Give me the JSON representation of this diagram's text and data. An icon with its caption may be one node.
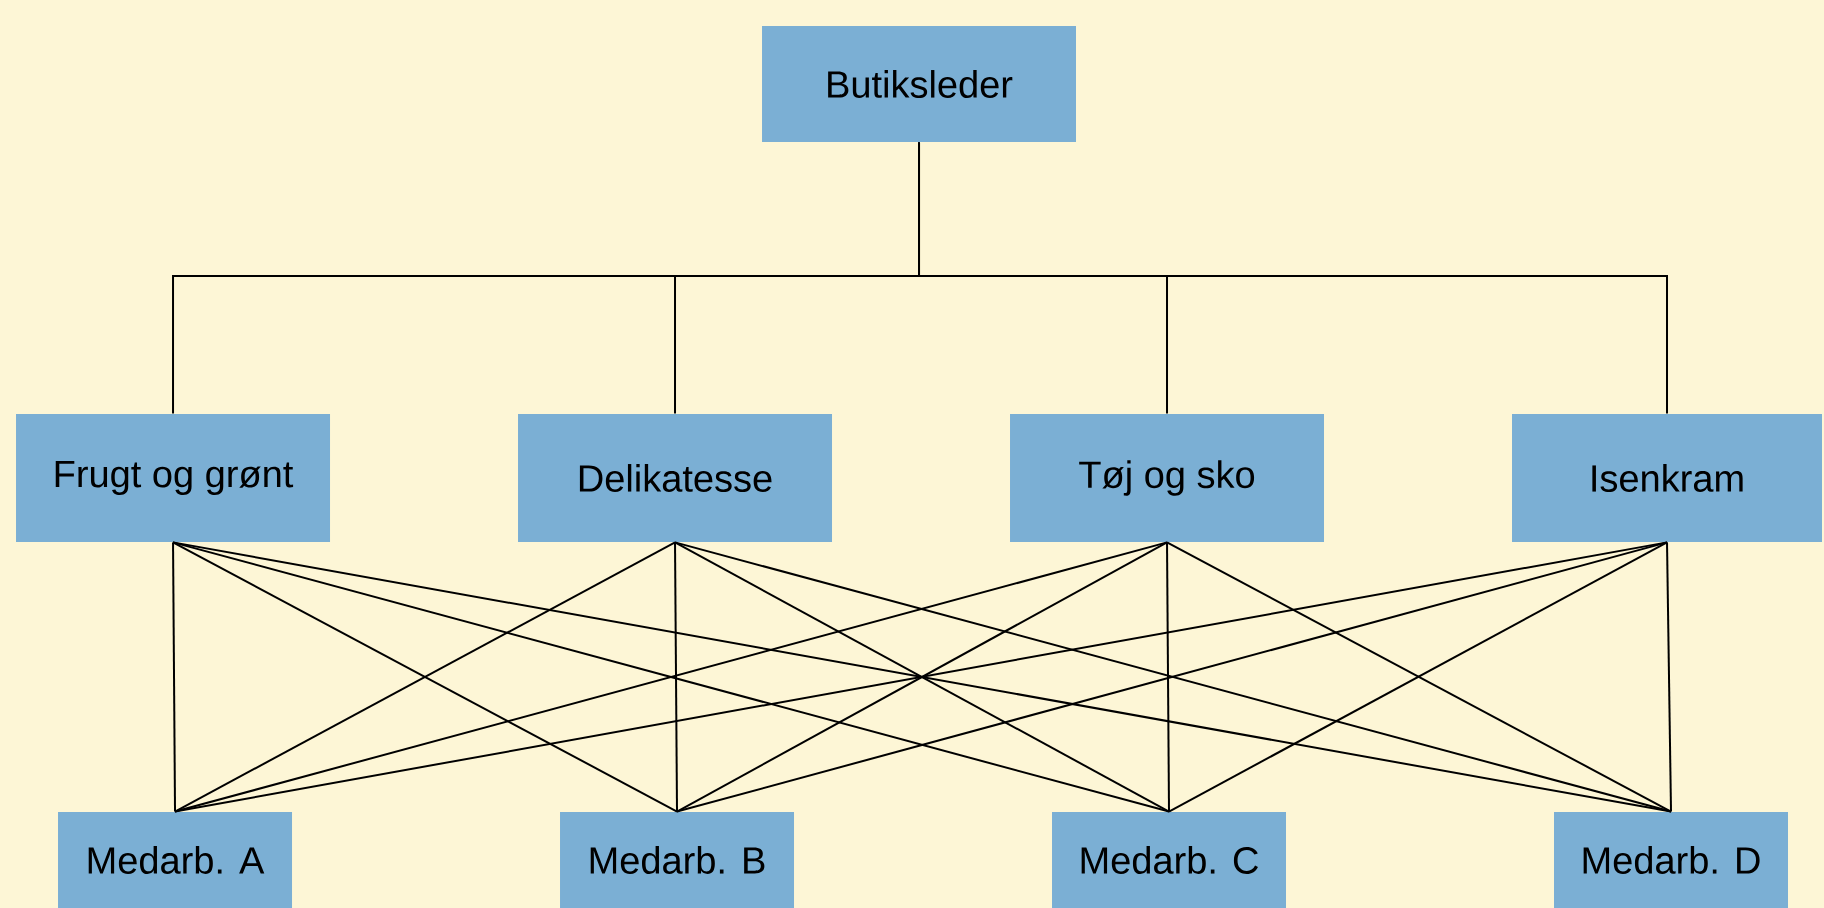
{
  "diagram": {
    "nodes": [
      {
        "text": [
          "Butiksleder"
        ]
      },
      {
        "text": [
          "Frugt og grønt"
        ]
      },
      {
        "text": [
          "Delikatesse"
        ]
      },
      {
        "text": [
          "Tøj og sko"
        ]
      },
      {
        "text": [
          "Isenkram"
        ]
      },
      {
        "text": [
          "Medarb. A"
        ]
      },
      {
        "text": [
          "Medarb. B"
        ]
      },
      {
        "text": [
          "Medarb. C"
        ]
      },
      {
        "text": [
          "Medarb. D"
        ]
      }
    ],
    "edges": [
      {
        "from": 0,
        "to": 1,
        "arrow": "none"
      },
      {
        "from": 0,
        "to": 2,
        "arrow": "none"
      },
      {
        "from": 0,
        "to": 3,
        "arrow": "none"
      },
      {
        "from": 0,
        "to": 4,
        "arrow": "none"
      },
      {
        "from": 1,
        "to": 5,
        "arrow": "none"
      },
      {
        "from": 1,
        "to": 6,
        "arrow": "none"
      },
      {
        "from": 1,
        "to": 7,
        "arrow": "none"
      },
      {
        "from": 1,
        "to": 8,
        "arrow": "none"
      },
      {
        "from": 2,
        "to": 5,
        "arrow": "none"
      },
      {
        "from": 2,
        "to": 6,
        "arrow": "none"
      },
      {
        "from": 2,
        "to": 7,
        "arrow": "none"
      },
      {
        "from": 2,
        "to": 8,
        "arrow": "none"
      },
      {
        "from": 3,
        "to": 5,
        "arrow": "none"
      },
      {
        "from": 3,
        "to": 6,
        "arrow": "none"
      },
      {
        "from": 3,
        "to": 7,
        "arrow": "none"
      },
      {
        "from": 3,
        "to": 8,
        "arrow": "none"
      },
      {
        "from": 4,
        "to": 5,
        "arrow": "none"
      },
      {
        "from": 4,
        "to": 6,
        "arrow": "none"
      },
      {
        "from": 4,
        "to": 7,
        "arrow": "none"
      },
      {
        "from": 4,
        "to": 8,
        "arrow": "none"
      }
    ]
  }
}
